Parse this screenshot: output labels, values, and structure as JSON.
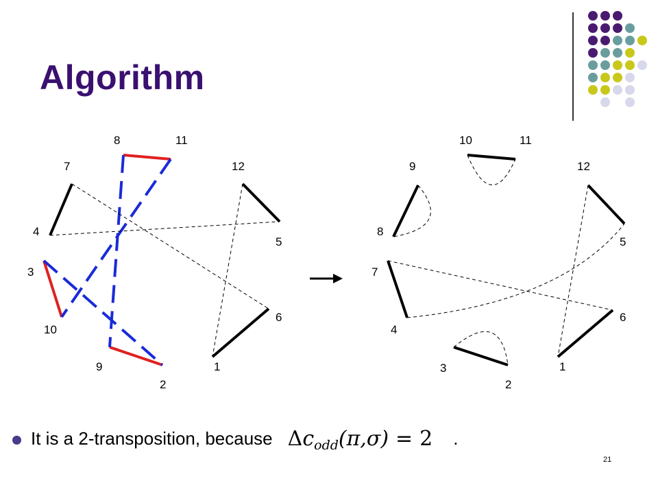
{
  "slide": {
    "title": "Algorithm",
    "page_number": "21"
  },
  "bullet": {
    "text": "It is a 2-transposition, because",
    "formula": {
      "delta": "Δ",
      "c": "c",
      "subscript": "odd",
      "args": "(π,σ)",
      "equals": "=",
      "value": "2"
    },
    "trailing": "."
  },
  "diagram": {
    "arrow": "→",
    "left_labels": [
      "8",
      "11",
      "7",
      "12",
      "4",
      "5",
      "3",
      "6",
      "10",
      "9",
      "2",
      "1"
    ],
    "right_labels": [
      "10",
      "11",
      "9",
      "12",
      "8",
      "5",
      "7",
      "6",
      "4",
      "3",
      "2",
      "1"
    ]
  },
  "colors": {
    "title": "#3a1070",
    "black_edge": "#000000",
    "red_edge": "#e02020",
    "blue_edge": "#1a2ad8",
    "dot_purple": "#4a1a70",
    "dot_teal": "#6a9e9e",
    "dot_yellow": "#c8c81a",
    "dot_lavender": "#d8d8ec"
  }
}
